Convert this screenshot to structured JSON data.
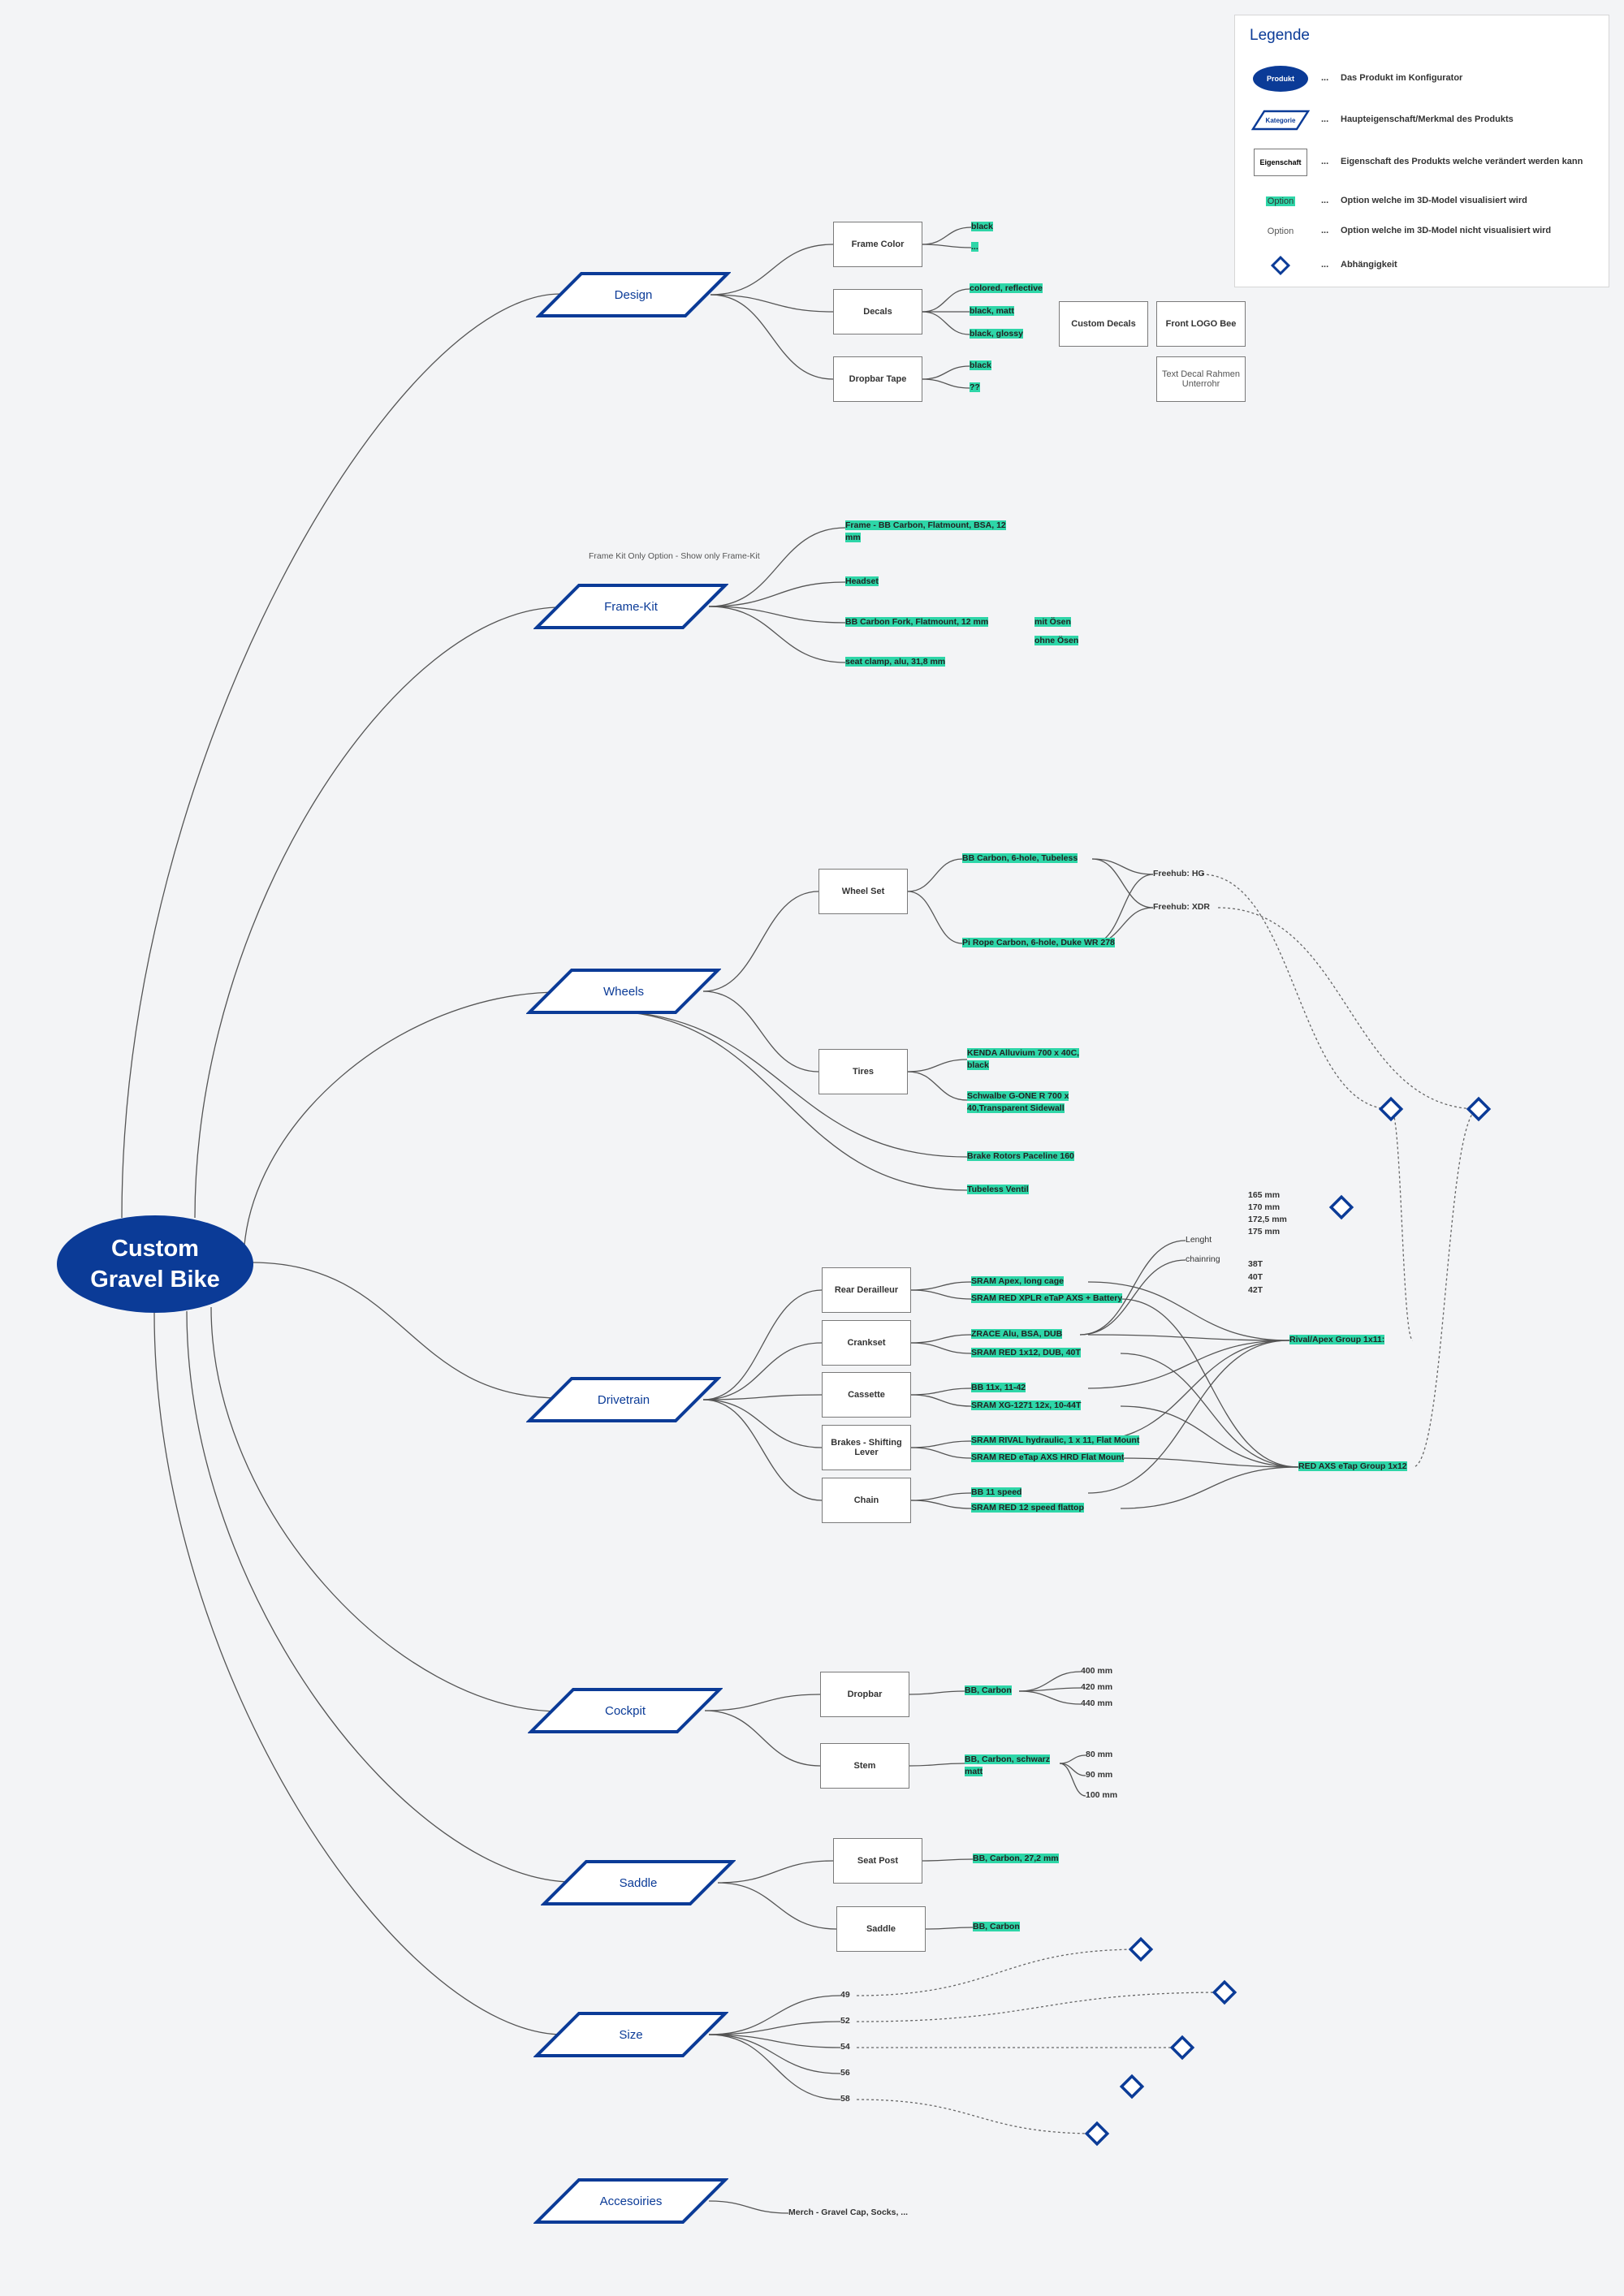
{
  "root": {
    "line1": "Custom",
    "line2": "Gravel Bike"
  },
  "categories": {
    "design": "Design",
    "framekit": "Frame-Kit",
    "wheels": "Wheels",
    "drivetrain": "Drivetrain",
    "cockpit": "Cockpit",
    "saddle": "Saddle",
    "size": "Size",
    "accessories": "Accesoiries"
  },
  "props": {
    "frame_color": "Frame Color",
    "decals": "Decals",
    "dropbar_tape": "Dropbar Tape",
    "custom_decals": "Custom Decals",
    "front_logo": "Front LOGO Bee",
    "text_decal": "Text Decal Rahmen Unterrohr",
    "wheel_set": "Wheel Set",
    "tires": "Tires",
    "rear_derailleur": "Rear Derailleur",
    "crankset": "Crankset",
    "cassette": "Cassette",
    "brakes": "Brakes - Shifting Lever",
    "chain": "Chain",
    "dropbar": "Dropbar",
    "stem": "Stem",
    "seat_post": "Seat Post",
    "saddle": "Saddle"
  },
  "options": {
    "black1": "black",
    "dots": "...",
    "colored": "colored, reflective",
    "black_matt": "black, matt",
    "black_glossy": "black, glossy",
    "black2": "black",
    "qq": "??",
    "frame_bb": "Frame - BB Carbon, Flatmount, BSA, 12 mm",
    "headset": "Headset",
    "fork": "BB Carbon Fork, Flatmount, 12 mm",
    "mit_osen": "mit Ösen",
    "ohne_osen": "ohne Ösen",
    "seat_clamp": "seat clamp, alu, 31,8 mm",
    "bb_carbon_6": "BB Carbon, 6-hole, Tubeless",
    "pi_rope": "Pi Rope Carbon, 6-hole, Duke WR 278",
    "kenda": "KENDA Alluvium 700 x 40C, black",
    "schwalbe": "Schwalbe G-ONE R 700 x 40,Transparent Sidewall",
    "brake_rotors": "Brake Rotors Paceline 160",
    "tubeless": "Tubeless Ventil",
    "sram_apex": "SRAM Apex, long cage",
    "sram_xplr": "SRAM RED XPLR eTaP AXS + Battery",
    "zrace": "ZRACE Alu, BSA, DUB",
    "sram_red_crank": "SRAM RED 1x12, DUB, 40T",
    "bb_11x": "BB 11x, 11-42",
    "sram_xg": "SRAM XG-1271 12x, 10-44T",
    "sram_rival": "SRAM RIVAL hydraulic, 1 x 11, Flat Mount",
    "sram_red_brake": "SRAM RED eTap AXS HRD Flat Mount",
    "bb_11_speed": "BB 11 speed",
    "sram_red_chain": "SRAM RED 12 speed flattop",
    "rival_group": "Rival/Apex Group 1x11:",
    "red_group": "RED AXS eTap Group 1x12",
    "bb_carbon": "BB, Carbon",
    "bb_carbon_schwarz": "BB, Carbon, schwarz matt",
    "bb_carbon_272": "BB, Carbon, 27,2 mm",
    "bb_carbon_saddle": "BB, Carbon"
  },
  "texts": {
    "freehub_hg": "Freehub: HG",
    "freehub_xdr": "Freehub: XDR",
    "lenght": "Lenght",
    "chainring": "chainring",
    "len_165": "165 mm",
    "len_170": "170 mm",
    "len_172": "172,5 mm",
    "len_175": "175 mm",
    "t38": "38T",
    "t40": "40T",
    "t42": "42T",
    "w400": "400 mm",
    "w420": "420 mm",
    "w440": "440 mm",
    "s80": "80 mm",
    "s90": "90 mm",
    "s100": "100 mm",
    "size49": "49",
    "size52": "52",
    "size54": "54",
    "size56": "56",
    "size58": "58",
    "merch": "Merch  - Gravel Cap, Socks, ...",
    "framekit_note": "Frame Kit Only Option - Show only Frame-Kit"
  },
  "legend": {
    "title": "Legende",
    "produkt_label": "Produkt",
    "kategorie_label": "Kategorie",
    "eigenschaft_label": "Eigenschaft",
    "option_vis_label": "Option",
    "option_novis_label": "Option",
    "dots": "...",
    "desc_produkt": "Das Produkt im Konfigurator",
    "desc_kategorie": "Haupteigenschaft/Merkmal des Produkts",
    "desc_eigenschaft": "Eigenschaft des Produkts welche verändert werden kann",
    "desc_option_vis": "Option welche im 3D-Model visualisiert wird",
    "desc_option_novis": "Option welche im 3D-Model nicht visualisiert wird",
    "desc_abh": "Abhängigkeit"
  },
  "colors": {
    "brand": "#0b3b97",
    "highlight": "#2ed6a8",
    "line": "#555555",
    "background": "#f3f4f6"
  }
}
